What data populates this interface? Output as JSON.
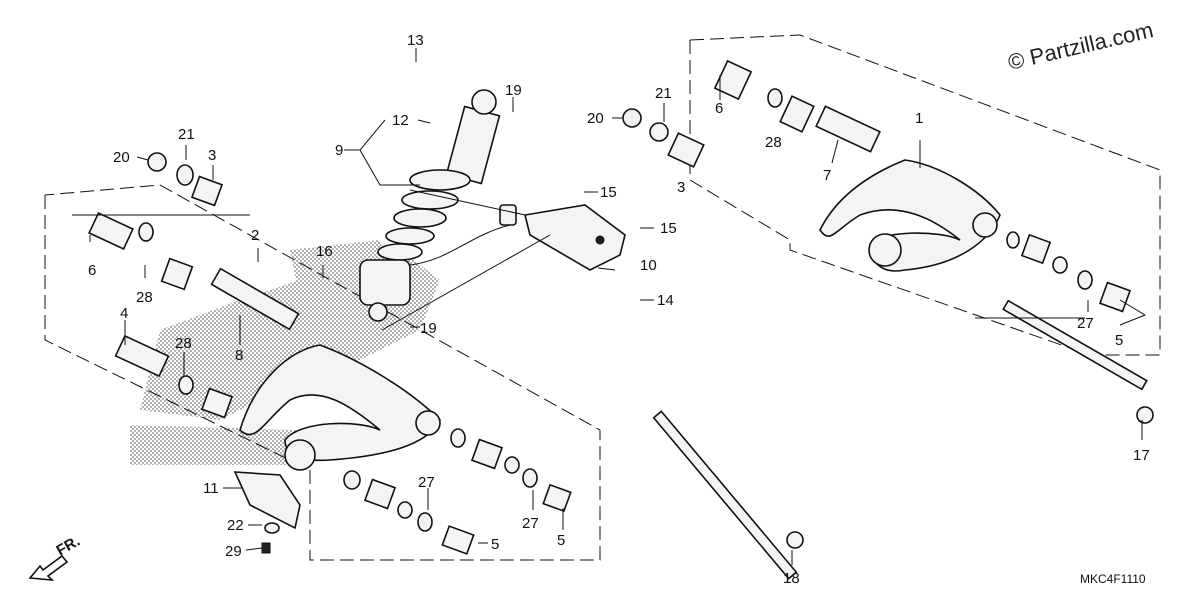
{
  "watermark": "© Partzilla.com",
  "diagram_code": "MKC4F1110",
  "direction_label": "FR.",
  "callouts": [
    "13",
    "19",
    "20",
    "21",
    "3",
    "12",
    "9",
    "6",
    "20",
    "21",
    "28",
    "3",
    "1",
    "7",
    "2",
    "16",
    "15",
    "15",
    "10",
    "14",
    "19",
    "6",
    "28",
    "4",
    "28",
    "8",
    "27",
    "5",
    "17",
    "11",
    "22",
    "29",
    "27",
    "5",
    "27",
    "5",
    "18"
  ]
}
